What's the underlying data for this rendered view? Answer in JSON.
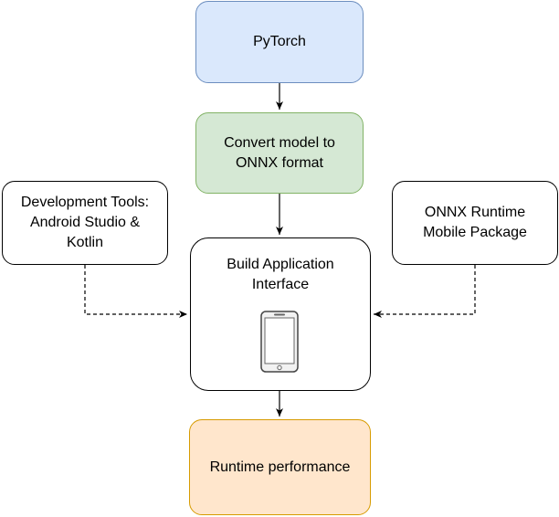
{
  "nodes": {
    "pytorch": "PyTorch",
    "convert": "Convert model to\nONNX format",
    "dev_tools": "Development Tools:\nAndroid Studio &\nKotlin",
    "onnx_runtime": "ONNX Runtime\nMobile Package",
    "build": "Build Application\nInterface",
    "runtime": "Runtime performance"
  },
  "icons": {
    "build_node_icon": "smartphone-icon"
  },
  "colors": {
    "pytorch_fill": "#dae8fc",
    "convert_fill": "#d5e8d4",
    "runtime_fill": "#ffe6cc"
  }
}
